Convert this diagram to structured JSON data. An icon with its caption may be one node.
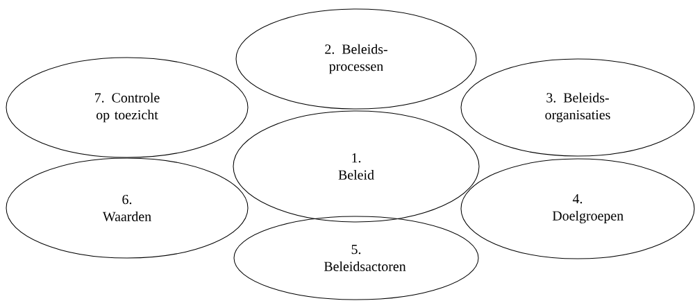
{
  "diagram": {
    "nodes": [
      {
        "text": [
          "1. Beleid"
        ]
      },
      {
        "text": [
          "2. Beleids- processen"
        ]
      },
      {
        "text": [
          "3. Beleids- organisaties"
        ]
      },
      {
        "text": [
          "4. Doelgroepen"
        ]
      },
      {
        "text": [
          "5. Beleidsactoren"
        ]
      },
      {
        "text": [
          "6. Waarden"
        ]
      },
      {
        "text": [
          "7. Controle op toezicht"
        ]
      }
    ]
  }
}
